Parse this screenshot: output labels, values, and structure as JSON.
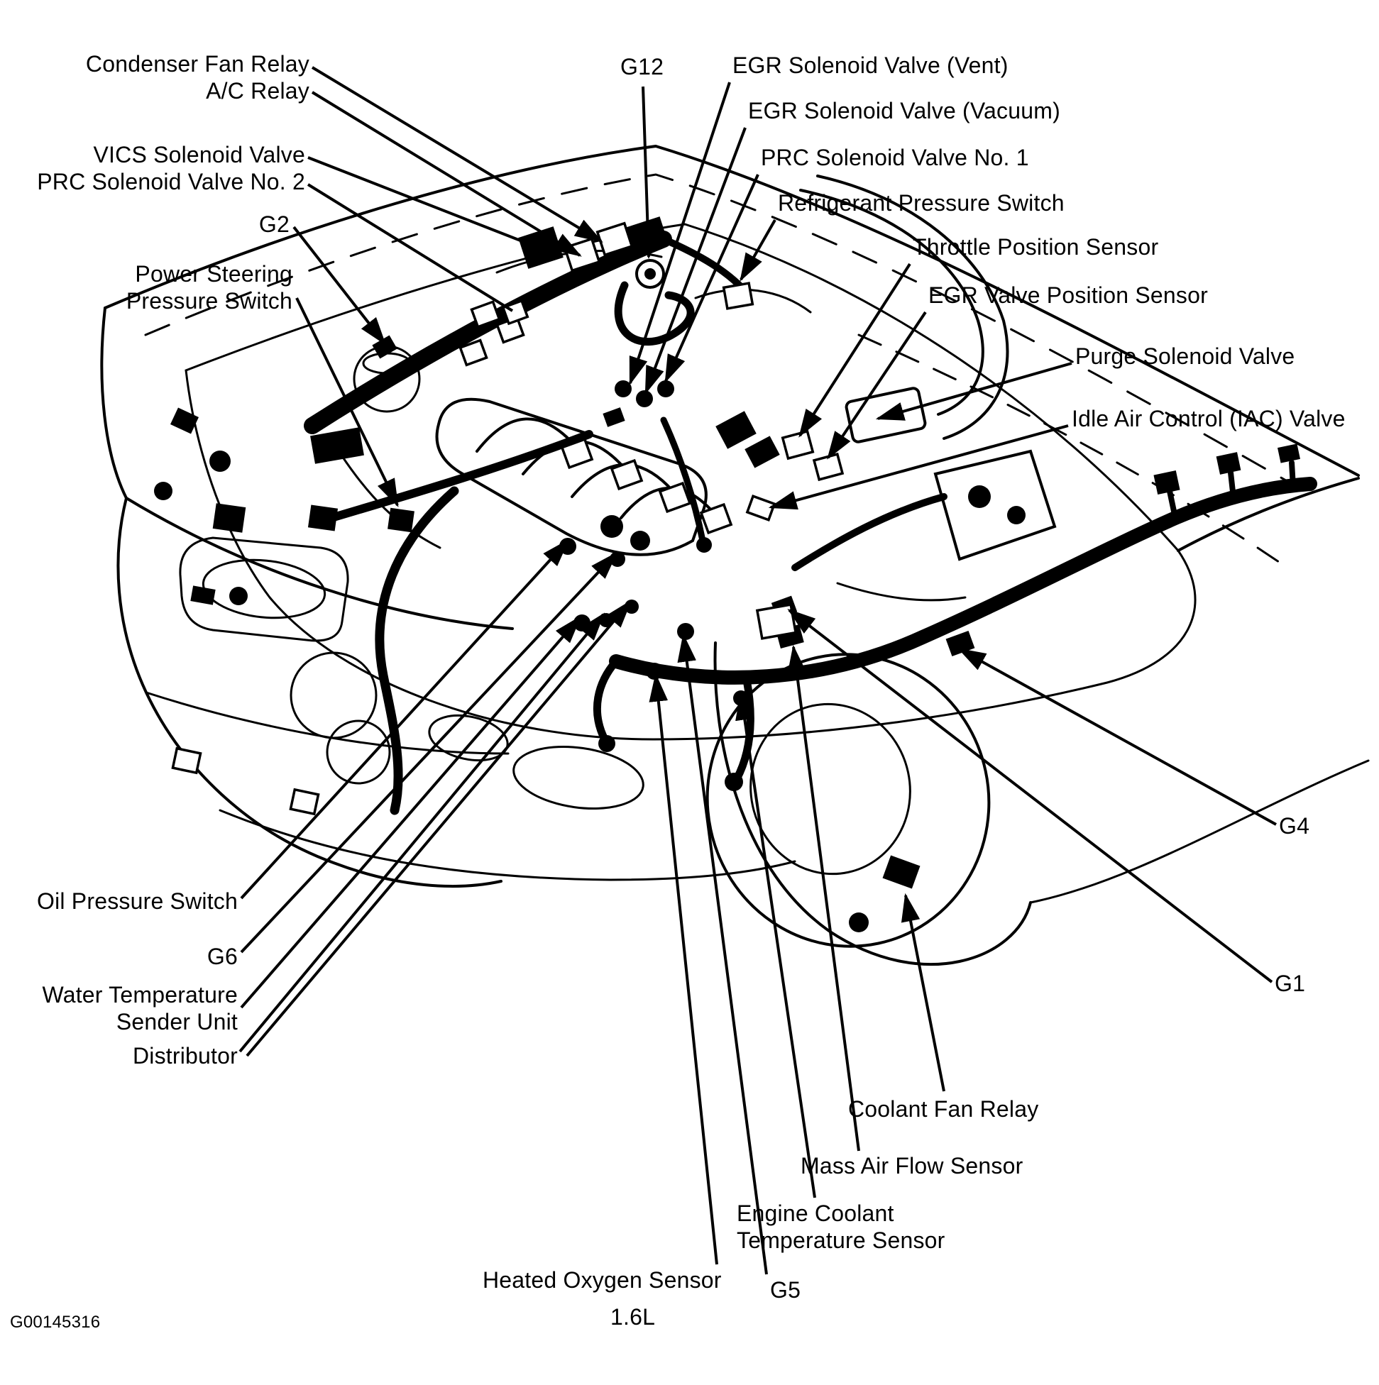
{
  "figure_code": "G00145316",
  "engine_variant": "1.6L",
  "colors": {
    "ink": "#000000",
    "paper": "#ffffff"
  },
  "labels": {
    "condenser_fan_relay": "Condenser Fan Relay",
    "ac_relay": "A/C Relay",
    "vics_solenoid_valve": "VICS Solenoid Valve",
    "prc_solenoid_valve_no2": "PRC Solenoid Valve No. 2",
    "g2": "G2",
    "power_steering_pressure_switch": "Power Steering\nPressure Switch",
    "g12": "G12",
    "egr_solenoid_valve_vent": "EGR Solenoid Valve (Vent)",
    "egr_solenoid_valve_vacuum": "EGR Solenoid Valve (Vacuum)",
    "prc_solenoid_valve_no1": "PRC Solenoid Valve No. 1",
    "refrigerant_pressure_switch": "Refrigerant Pressure Switch",
    "throttle_position_sensor": "Throttle Position Sensor",
    "egr_valve_position_sensor": "EGR Valve Position Sensor",
    "purge_solenoid_valve": "Purge Solenoid Valve",
    "idle_air_control_valve": "Idle Air Control (IAC) Valve",
    "oil_pressure_switch": "Oil Pressure Switch",
    "g6": "G6",
    "water_temperature_sender_unit": "Water Temperature\nSender Unit",
    "distributor": "Distributor",
    "g4": "G4",
    "g1": "G1",
    "coolant_fan_relay": "Coolant Fan Relay",
    "mass_air_flow_sensor": "Mass Air Flow Sensor",
    "engine_coolant_temperature_sensor": "Engine Coolant\nTemperature Sensor",
    "heated_oxygen_sensor": "Heated Oxygen Sensor",
    "g5": "G5"
  }
}
